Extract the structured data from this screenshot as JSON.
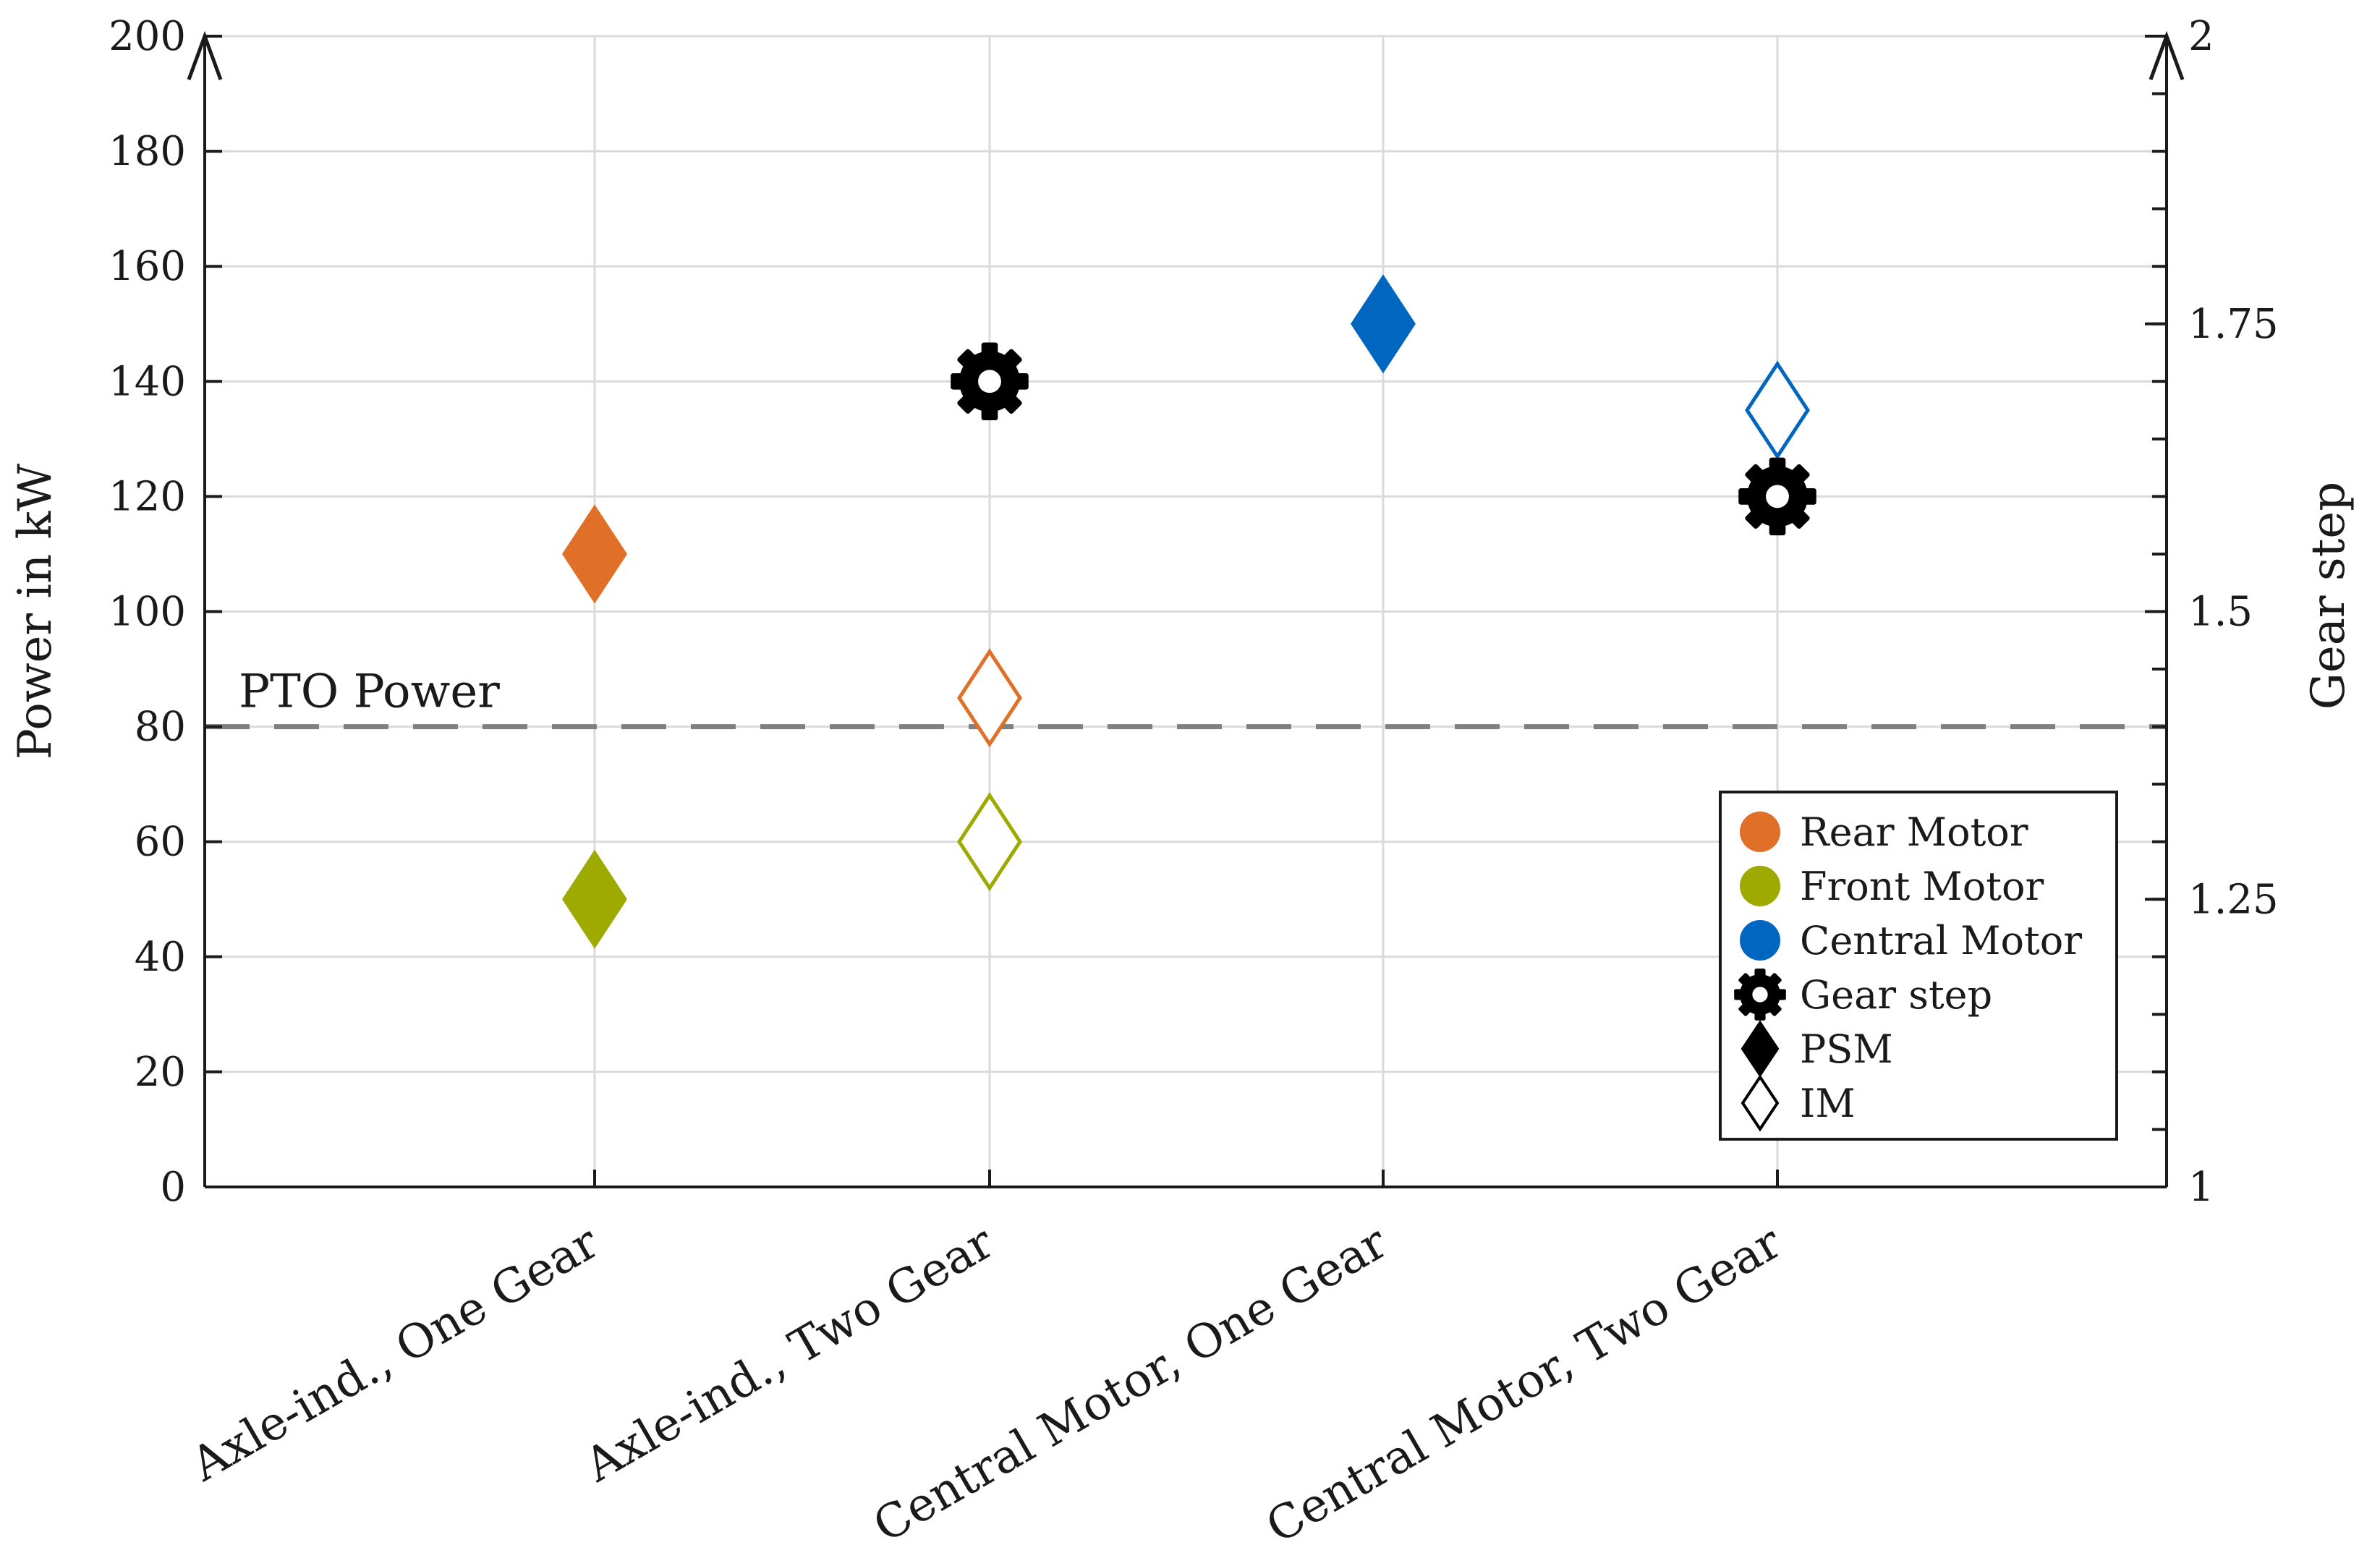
{
  "chart_data": {
    "type": "scatter",
    "categories": [
      "Axle-ind., One Gear",
      "Axle-ind., Two Gear",
      "Central Motor, One Gear",
      "Central Motor, Two Gear"
    ],
    "ylabel": "Power in kW",
    "ylabel_right": "Gear step",
    "ylim": [
      0,
      200
    ],
    "ylim_right": [
      1,
      2
    ],
    "yticks": [
      0,
      20,
      40,
      60,
      80,
      100,
      120,
      140,
      160,
      180,
      200
    ],
    "yticks_right": [
      1,
      1.25,
      1.5,
      1.75,
      2
    ],
    "grid": true,
    "reference_line": {
      "label": "PTO Power",
      "y": 80,
      "color": "#808080"
    },
    "series": [
      {
        "name": "Rear Motor",
        "color": "#e07027",
        "axis": "left",
        "points": [
          {
            "category": 0,
            "y": 110,
            "type": "PSM"
          },
          {
            "category": 1,
            "y": 85,
            "type": "IM"
          }
        ]
      },
      {
        "name": "Front Motor",
        "color": "#9eaa00",
        "axis": "left",
        "points": [
          {
            "category": 0,
            "y": 50,
            "type": "PSM"
          },
          {
            "category": 1,
            "y": 60,
            "type": "IM"
          }
        ]
      },
      {
        "name": "Central Motor",
        "color": "#0066c0",
        "axis": "left",
        "points": [
          {
            "category": 2,
            "y": 150,
            "type": "PSM"
          },
          {
            "category": 3,
            "y": 135,
            "type": "IM"
          }
        ]
      },
      {
        "name": "Gear step",
        "color": "#000000",
        "axis": "right",
        "points": [
          {
            "category": 1,
            "y": 1.7
          },
          {
            "category": 3,
            "y": 1.6
          }
        ]
      }
    ],
    "legend": {
      "placement": "lower-right",
      "entries": [
        {
          "label": "Rear Motor",
          "marker": "circle",
          "color": "#e07027"
        },
        {
          "label": "Front Motor",
          "marker": "circle",
          "color": "#9eaa00"
        },
        {
          "label": "Central Motor",
          "marker": "circle",
          "color": "#0066c0"
        },
        {
          "label": "Gear step",
          "marker": "gear",
          "color": "#000000"
        },
        {
          "label": "PSM",
          "marker": "diamond-filled",
          "color": "#000000"
        },
        {
          "label": "IM",
          "marker": "diamond-open",
          "color": "#000000"
        }
      ]
    }
  }
}
